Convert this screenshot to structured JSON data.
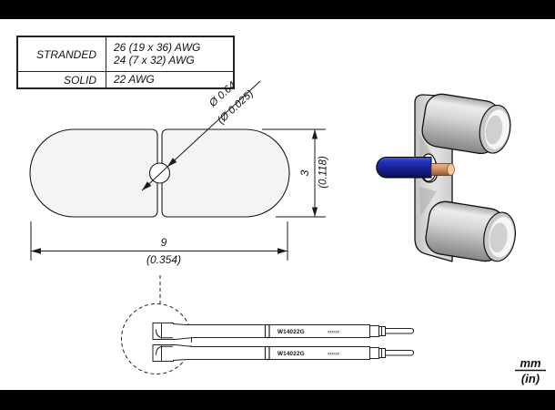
{
  "frame": {
    "letterbox_color": "#000000",
    "background": "#ffffff"
  },
  "wire_table": {
    "rows": [
      {
        "label": "STRANDED",
        "values": [
          "26 (19 x 36) AWG",
          "24 (7 x 32) AWG"
        ]
      },
      {
        "label": "SOLID",
        "values": [
          "22 AWG"
        ]
      }
    ]
  },
  "cross_section": {
    "hole_dia_mm": "Ø 0.64",
    "hole_dia_in": "(Ø 0.025)",
    "height_mm": "3",
    "height_in": "(0.118)",
    "width_mm": "9",
    "width_in": "(0.354)"
  },
  "side_view": {
    "cartridges": [
      {
        "model": "W14022G",
        "code": "xxxxxx"
      },
      {
        "model": "W14022G",
        "code": "xxxxxx"
      }
    ]
  },
  "units": {
    "primary": "mm",
    "secondary": "(in)"
  },
  "colors": {
    "line": "#1a1a1a",
    "section_fill": "#f4f4f4",
    "metal_light": "#e8e8e8",
    "metal_dark": "#8f8f8f",
    "wire_insulation": "#1b2bb4",
    "wire_conductor": "#d1975f"
  }
}
